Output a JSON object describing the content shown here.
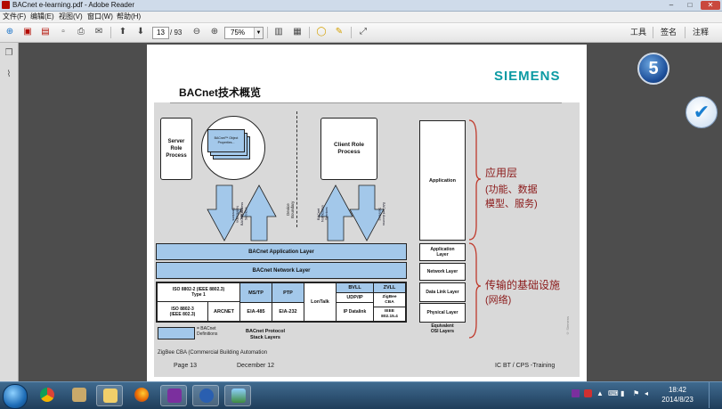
{
  "window": {
    "title": "BACnet e-learning.pdf - Adobe Reader",
    "minimize": "–",
    "maximize": "□",
    "close": "✕"
  },
  "menu": [
    "文件(F)",
    "编辑(E)",
    "视图(V)",
    "窗口(W)",
    "帮助(H)"
  ],
  "toolbar": {
    "page_current": "13",
    "page_total": "/ 93",
    "zoom": "75%",
    "tools_label": "工具",
    "sign_label": "签名",
    "comment_label": "注释"
  },
  "slide": {
    "logo": "SIEMENS",
    "title": "BACnet技术概览",
    "server_role": "Server\nRole\nProcess",
    "objects_label": "BACnet™ Object\nProperties...",
    "client_role": "Client Role\nProcess",
    "device_boundary": "Device\nBoundary",
    "arrow_notification": "BACnet Notification\nServices",
    "arrow_access": "BACnet Access\nServices",
    "app_layer": "BACnet Application Layer",
    "net_layer": "BACnet Network Layer",
    "iso_8802_2": "ISO 8802-2 (IEEE 8802.3)\nType 1",
    "iso_8802_3": "ISO 8802-3\n(IEEE 802.3)",
    "arcnet": "ARCNET",
    "mstp": "MS/TP",
    "eia485": "EIA-485",
    "ptp": "PTP",
    "eia232": "EIA-232",
    "lontalk": "LonTalk",
    "bvll": "BVLL",
    "udp_ip": "UDP/IP",
    "ip_datalink": "IP Datalink",
    "zvll": "ZVLL",
    "zigbee_cba": "ZigBee\nCBA",
    "ieee802154": "IEEE\n802.15.4",
    "legend_text": "= BACnet\nDefinitions",
    "stack_caption": "BACnet Protocol\nStack Layers",
    "osi_application": "Application",
    "osi_app_layer": "Application\nLayer",
    "osi_network": "Network Layer",
    "osi_datalink": "Data Link Layer",
    "osi_physical": "Physical Layer",
    "osi_caption": "Equivalent\nOSI Layers",
    "cn_app": "应用层",
    "cn_app_sub1": "(功能、数据",
    "cn_app_sub2": "模型、服务)",
    "cn_base": "传输的基础设施",
    "cn_base_sub": "(网络)",
    "zigbee_note": "ZigBee CBA (Commercial Building Automation",
    "footer_page": "Page 13",
    "footer_date": "December 12",
    "footer_dept": "IC BT / CPS -Training",
    "side_watermark": "© Siemens"
  },
  "overlay_badge": "5",
  "taskbar": {
    "time": "18:42",
    "date": "2014/8/23"
  },
  "colors": {
    "accent_blue": "#a3c8ea",
    "siemens_teal": "#0b9aa3",
    "bracket_red": "#c0392b"
  }
}
